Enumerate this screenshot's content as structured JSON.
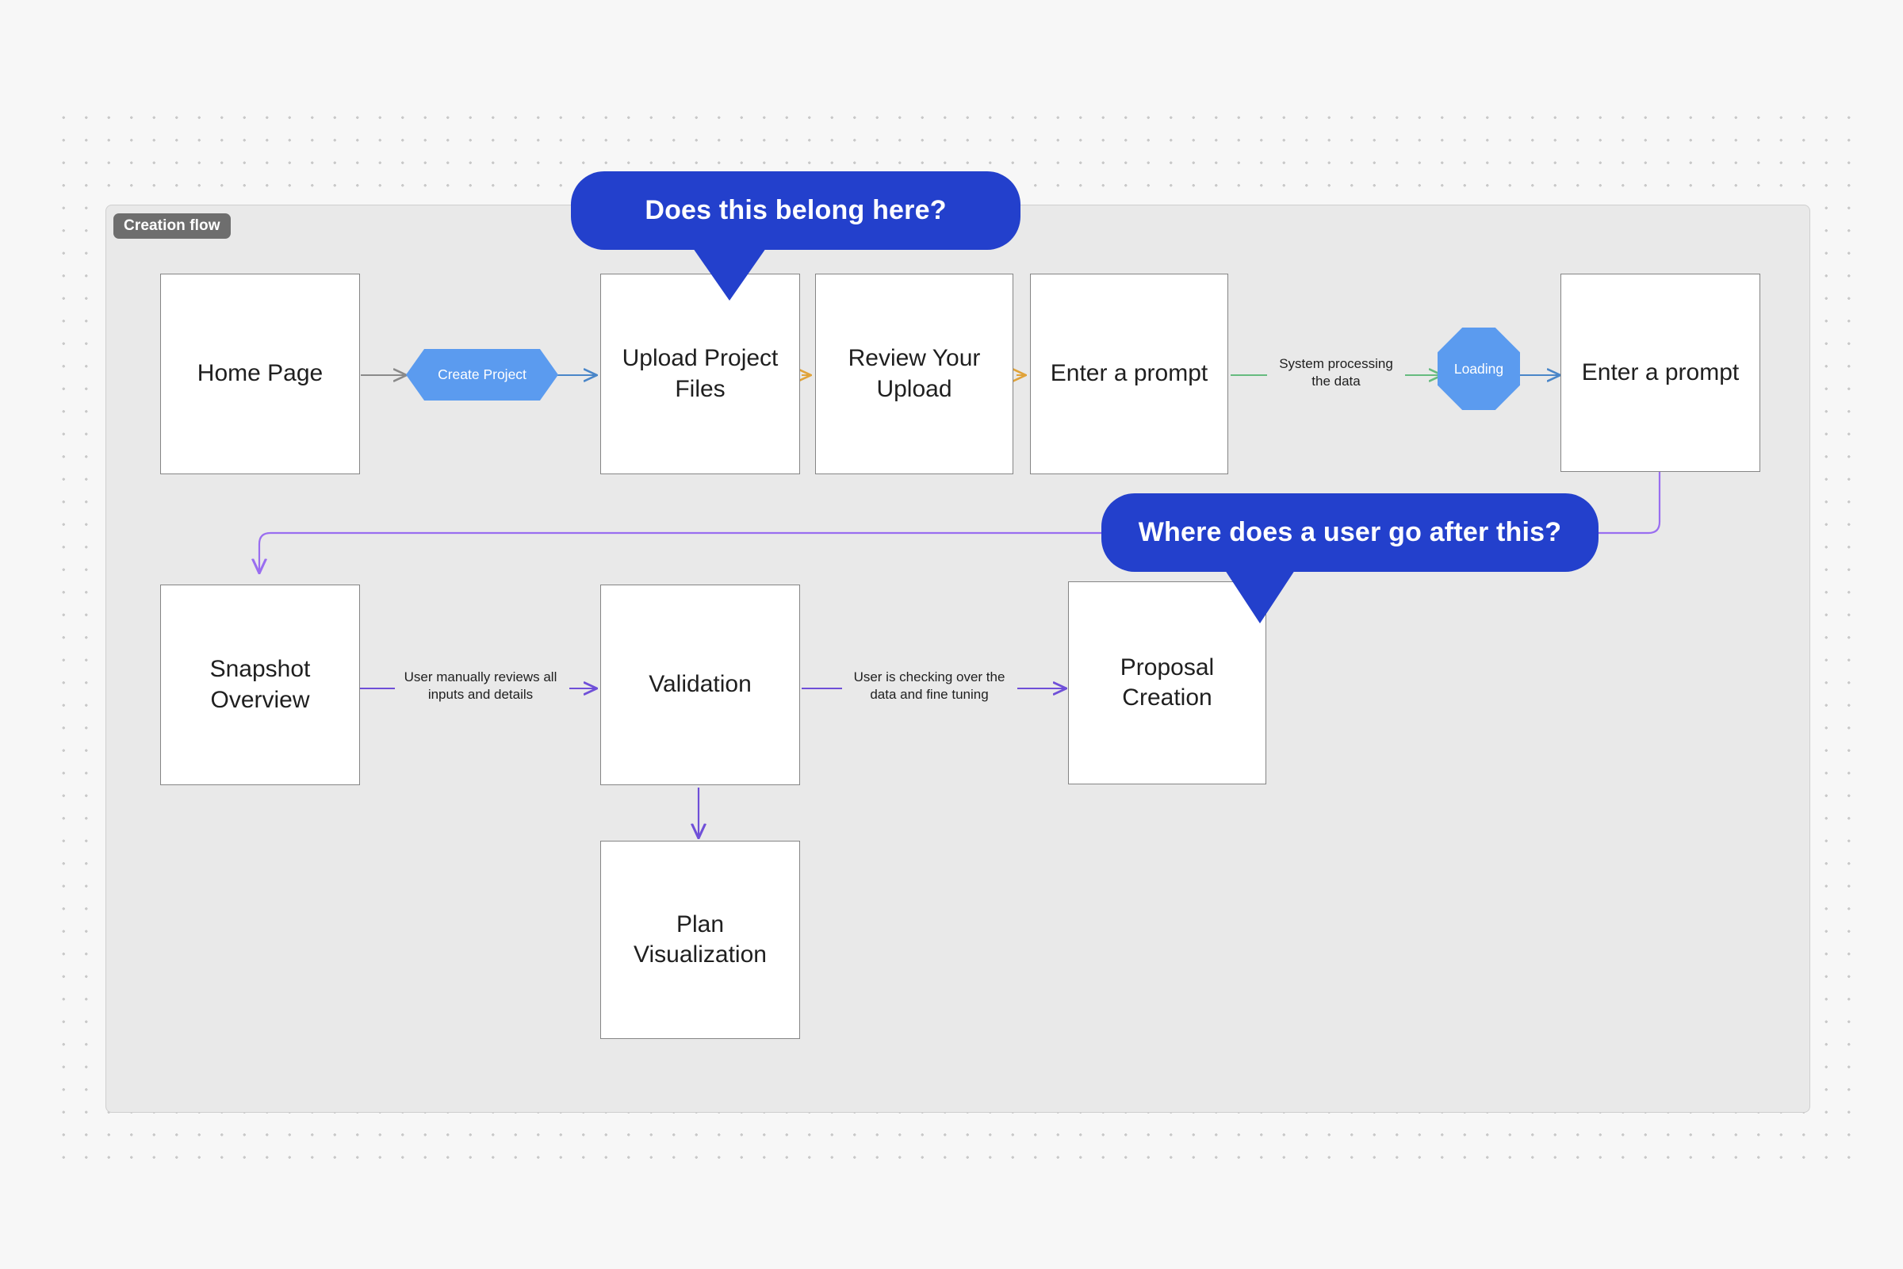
{
  "panel": {
    "badge_label": "Creation flow"
  },
  "colors": {
    "callout_blue": "#2340cc",
    "shape_blue": "#5b9bef",
    "arrow_gray": "#8a8a8a",
    "arrow_blue": "#4a86c8",
    "arrow_orange": "#e0a33a",
    "arrow_green": "#66bb7f",
    "arrow_purple": "#6f4fd8",
    "arrow_violet": "#9a6ef0",
    "node_border": "#858585",
    "panel_bg": "#e9e9e9",
    "badge_bg": "#6e6e6e",
    "canvas_bg": "#f7f7f7"
  },
  "nodes": {
    "home_page": "Home Page",
    "create_project": "Create Project",
    "upload_project_files": "Upload Project\nFiles",
    "review_your_upload": "Review Your\nUpload",
    "enter_a_prompt_1": "Enter a prompt",
    "loading": "Loading",
    "enter_a_prompt_2": "Enter a prompt",
    "snapshot_overview": "Snapshot\nOverview",
    "validation": "Validation",
    "proposal_creation": "Proposal\nCreation",
    "plan_visualization": "Plan\nVisualization"
  },
  "edge_labels": {
    "system_processing": "System processing\nthe data",
    "user_manually_reviews": "User manually reviews all\ninputs and details",
    "user_is_checking": "User is checking over the\ndata and fine tuning"
  },
  "callouts": {
    "does_this_belong": "Does this belong here?",
    "where_does_user_go": "Where does a user go after this?"
  }
}
